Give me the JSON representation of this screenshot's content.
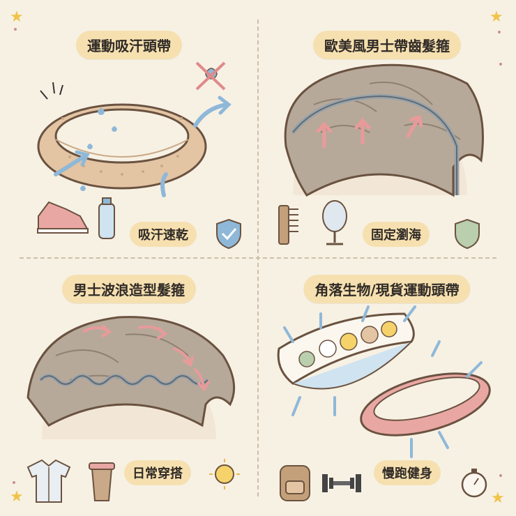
{
  "panels": {
    "p1": {
      "title": "運動吸汗頭帶",
      "label": "吸汗速乾"
    },
    "p2": {
      "title": "歐美風男士帶齒髮箍",
      "label": "固定瀏海"
    },
    "p3": {
      "title": "男士波浪造型髮箍",
      "label": "日常穿搭"
    },
    "p4": {
      "title": "角落生物/現貨運動頭帶",
      "label": "慢跑健身"
    }
  },
  "colors": {
    "background": "#f7f1e4",
    "pill": "#f6e0b0",
    "arrow_blue": "#8fb8d8",
    "arrow_pink": "#e89a9a",
    "headband_tan": "#e3c4a3",
    "hair": "#b7a999",
    "band_pink": "#e9a7a3"
  },
  "icons": [
    "sneaker-icon",
    "water-bottle-icon",
    "shield-check-icon",
    "comb-icon",
    "mirror-icon",
    "shield-icon",
    "shirt-icon",
    "coffee-cup-icon",
    "sun-icon",
    "backpack-icon",
    "dumbbell-icon",
    "stopwatch-icon",
    "star-icon"
  ]
}
